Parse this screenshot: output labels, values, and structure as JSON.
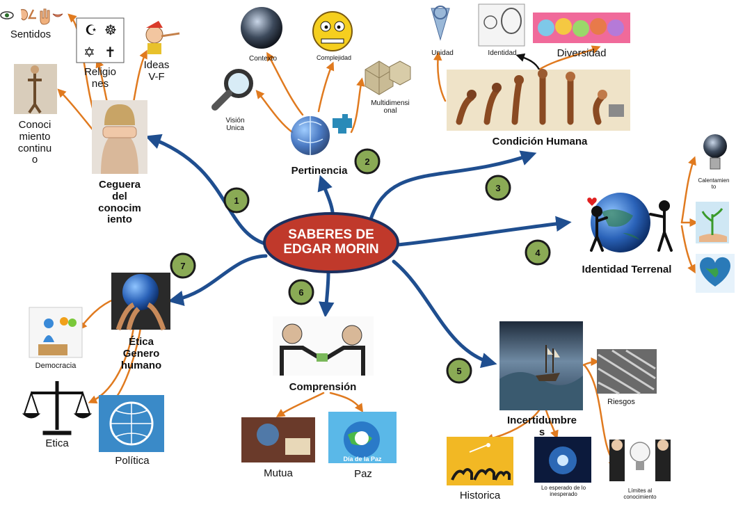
{
  "central": {
    "line1": "SABERES DE",
    "line2": "EDGAR MORIN"
  },
  "badges": [
    "1",
    "2",
    "3",
    "4",
    "5",
    "6",
    "7"
  ],
  "branches": {
    "ceguera": {
      "label_lines": [
        "Ceguera",
        "del",
        "conocim",
        "iento"
      ],
      "children": {
        "sentidos": "Sentidos",
        "religiones": [
          "Religio",
          "nes"
        ],
        "ideas": [
          "Ideas",
          "V-F"
        ],
        "conocimiento": [
          "Conoci",
          "miento",
          "continu",
          "o"
        ]
      }
    },
    "pertinencia": {
      "label": "Pertinencia",
      "children": {
        "contexto": "Contexto",
        "complejidad": "Complejidad",
        "vision": [
          "Visión",
          "Unica"
        ],
        "multidimensional": [
          "Multidimensi",
          "onal"
        ]
      }
    },
    "condicion": {
      "label": "Condición Humana",
      "children": {
        "unidad": "Unidad",
        "identidad": "Identidad",
        "diversidad": "Diversidad"
      }
    },
    "terrenal": {
      "label": "Identidad Terrenal",
      "children": {
        "calentamiento": [
          "Calentamien",
          "to"
        ]
      }
    },
    "incertidumbre": {
      "label_lines": [
        "Incertidumbre",
        "s"
      ],
      "children": {
        "riesgos": "Riesgos",
        "historica": "Historica",
        "esperado": [
          "Lo esperado de lo",
          "inesperado"
        ],
        "limites": [
          "Límites al",
          "conocimiento"
        ]
      }
    },
    "comprension": {
      "label": "Comprensión",
      "children": {
        "mutua": "Mutua",
        "paz": "Paz",
        "dia_paz": "Día de la Paz"
      }
    },
    "etica": {
      "label_lines": [
        "Ética",
        "Genero",
        "humano"
      ],
      "children": {
        "democracia": "Democracia",
        "etica": "Etica",
        "politica": "Política"
      }
    }
  },
  "colors": {
    "center_fill": "#c0392b",
    "center_stroke": "#1c2f5e",
    "main_arrow": "#1f4e8f",
    "sub_arrow": "#e07a1f",
    "badge_fill": "#8aaa55",
    "badge_stroke": "#1a1a1a"
  },
  "icons": [
    "eye-icon",
    "ear-icon",
    "nose-icon",
    "hand-icon",
    "religion-symbols-icon",
    "pinocchio-icon",
    "globe-icon",
    "magnifier-icon",
    "angry-face-icon",
    "cubes-icon",
    "puzzle-globe-icon",
    "evolution-icon",
    "faces-icon",
    "earth-heart-icon",
    "lightbulb-globe-icon",
    "plant-hand-icon",
    "ship-storm-icon",
    "scales-icon",
    "un-emblem-icon",
    "ballot-box-icon",
    "handshake-icon",
    "camels-icon",
    "lightbulbs-icon",
    "blindfold-icon"
  ]
}
